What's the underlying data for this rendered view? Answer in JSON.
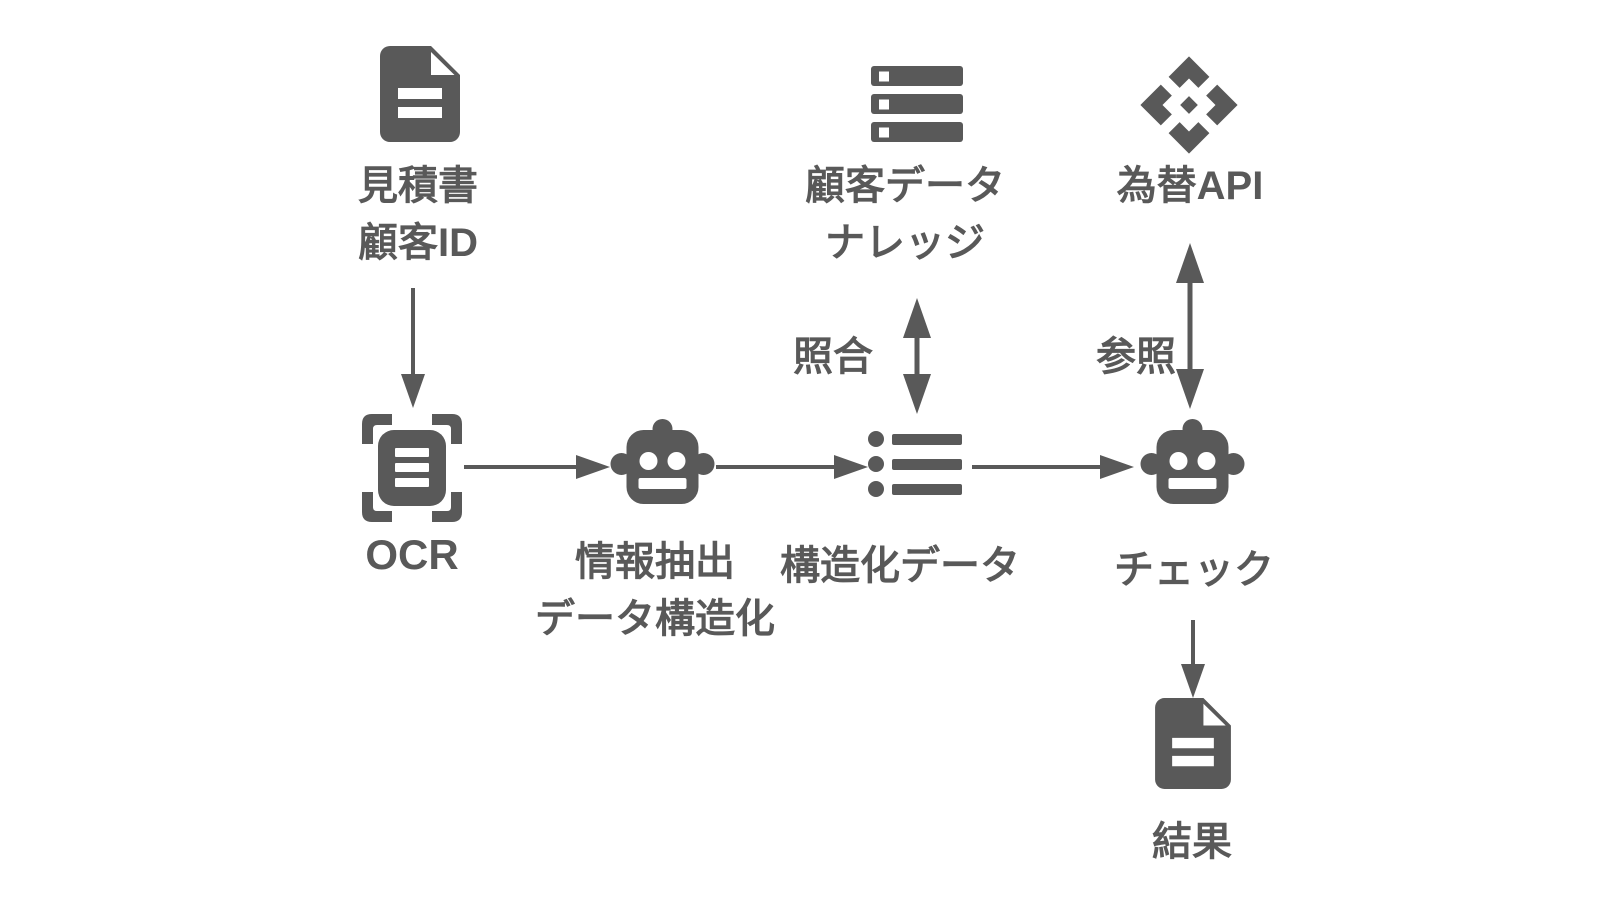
{
  "diagram": {
    "background": "#ffffff",
    "accent_color": "#595959",
    "nodes": {
      "input": {
        "line1": "見積書",
        "line2": "顧客ID",
        "icon": "document-icon"
      },
      "ocr": {
        "line1": "OCR",
        "icon": "ocr-scan-icon"
      },
      "extract": {
        "line1": "情報抽出",
        "line2": "データ構造化",
        "icon": "robot-icon"
      },
      "structured": {
        "line1": "構造化データ",
        "icon": "bulleted-list-icon"
      },
      "knowledge": {
        "line1": "顧客データ",
        "line2": "ナレッジ",
        "icon": "database-server-icon"
      },
      "exchange_api": {
        "line1": "為替API",
        "icon": "api-icon"
      },
      "check": {
        "line1": "チェック",
        "icon": "robot-icon"
      },
      "result": {
        "line1": "結果",
        "icon": "document-icon"
      }
    },
    "edges": {
      "input_to_ocr": {
        "from": "input",
        "to": "ocr",
        "style": "arrow-down",
        "label": ""
      },
      "ocr_to_extract": {
        "from": "ocr",
        "to": "extract",
        "style": "arrow-right",
        "label": ""
      },
      "extract_to_structured": {
        "from": "extract",
        "to": "structured",
        "style": "arrow-right",
        "label": ""
      },
      "structured_to_knowledge": {
        "from": "structured",
        "to": "knowledge",
        "style": "arrow-both-vertical",
        "label": "照合"
      },
      "structured_to_check": {
        "from": "structured",
        "to": "check",
        "style": "arrow-right",
        "label": ""
      },
      "check_to_api": {
        "from": "check",
        "to": "exchange_api",
        "style": "arrow-both-vertical",
        "label": "参照"
      },
      "check_to_result": {
        "from": "check",
        "to": "result",
        "style": "arrow-down",
        "label": ""
      }
    }
  }
}
